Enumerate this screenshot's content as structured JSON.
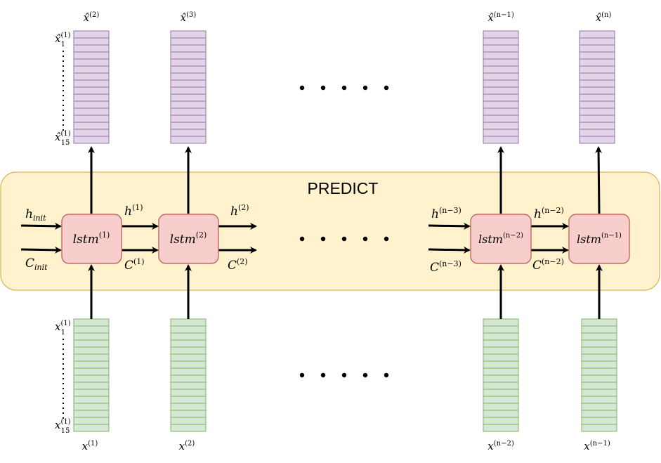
{
  "predict_label": "PREDICT",
  "lstm_cells": [
    {
      "base": "lstm",
      "sup": "(1)"
    },
    {
      "base": "lstm",
      "sup": "(2)"
    },
    {
      "base": "lstm",
      "sup": "(n−2)"
    },
    {
      "base": "lstm",
      "sup": "(n−1)"
    }
  ],
  "outputs": [
    {
      "base": "x̂",
      "sup": "(2)"
    },
    {
      "base": "x̂",
      "sup": "(3)"
    },
    {
      "base": "x̂",
      "sup": "(n−1)"
    },
    {
      "base": "x̂",
      "sup": "(n)"
    }
  ],
  "inputs": [
    {
      "base": "x",
      "sup": "(1)"
    },
    {
      "base": "x",
      "sup": "(2)"
    },
    {
      "base": "x",
      "sup": "(n−2)"
    },
    {
      "base": "x",
      "sup": "(n−1)"
    }
  ],
  "out_elem_first": {
    "base": "x̂",
    "sup": "(1)",
    "sub": "1"
  },
  "out_elem_last": {
    "base": "x̂",
    "sup": "(1)",
    "sub": "15"
  },
  "in_elem_first": {
    "base": "x",
    "sup": "(1)",
    "sub": "1"
  },
  "in_elem_last": {
    "base": "x",
    "sup": "(1)",
    "sub": "15"
  },
  "h_init": {
    "base": "h",
    "sub": "init"
  },
  "c_init": {
    "base": "C",
    "sub": "init"
  },
  "h1": {
    "base": "h",
    "sup": "(1)"
  },
  "c1": {
    "base": "C",
    "sup": "(1)"
  },
  "h2": {
    "base": "h",
    "sup": "(2)"
  },
  "c2": {
    "base": "C",
    "sup": "(2)"
  },
  "h_n3": {
    "base": "h",
    "sup": "(n−3)"
  },
  "c_n3": {
    "base": "C",
    "sup": "(n−3)"
  },
  "h_n2": {
    "base": "h",
    "sup": "(n−2)"
  },
  "c_n2": {
    "base": "C",
    "sup": "(n−2)"
  }
}
